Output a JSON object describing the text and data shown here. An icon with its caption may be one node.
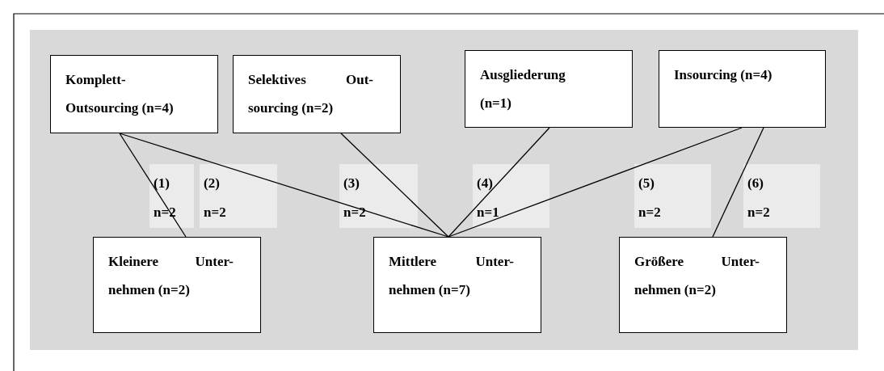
{
  "diagram": {
    "nodes": [
      {
        "text": [
          "Komplett-Outsourcing (n=4)"
        ]
      },
      {
        "text": [
          "Selektives Out-sourcing (n=2)"
        ]
      },
      {
        "text": [
          "Ausgliederung (n=1)"
        ]
      },
      {
        "text": [
          "Insourcing (n=4)"
        ]
      },
      {
        "text": [
          "Kleinere Unter-nehmen (n=2)"
        ]
      },
      {
        "text": [
          "Mittlere Unter-nehmen (n=7)"
        ]
      },
      {
        "text": [
          "Größere Unter-nehmen (n=2)"
        ]
      }
    ],
    "edges": [
      {
        "from": 0,
        "to": 4,
        "arrow": "none"
      },
      {
        "from": 0,
        "to": 5,
        "arrow": "none"
      },
      {
        "from": 1,
        "to": 5,
        "arrow": "none"
      },
      {
        "from": 2,
        "to": 5,
        "arrow": "none"
      },
      {
        "from": 3,
        "to": 5,
        "arrow": "none"
      },
      {
        "from": 3,
        "to": 6,
        "arrow": "none"
      }
    ],
    "labels": [
      "(1)",
      "n=2",
      "(2)",
      "n=2",
      "(3)",
      "n=2",
      "(4)",
      "n=1",
      "(5)",
      "n=2",
      "(6)",
      "n=2"
    ]
  }
}
